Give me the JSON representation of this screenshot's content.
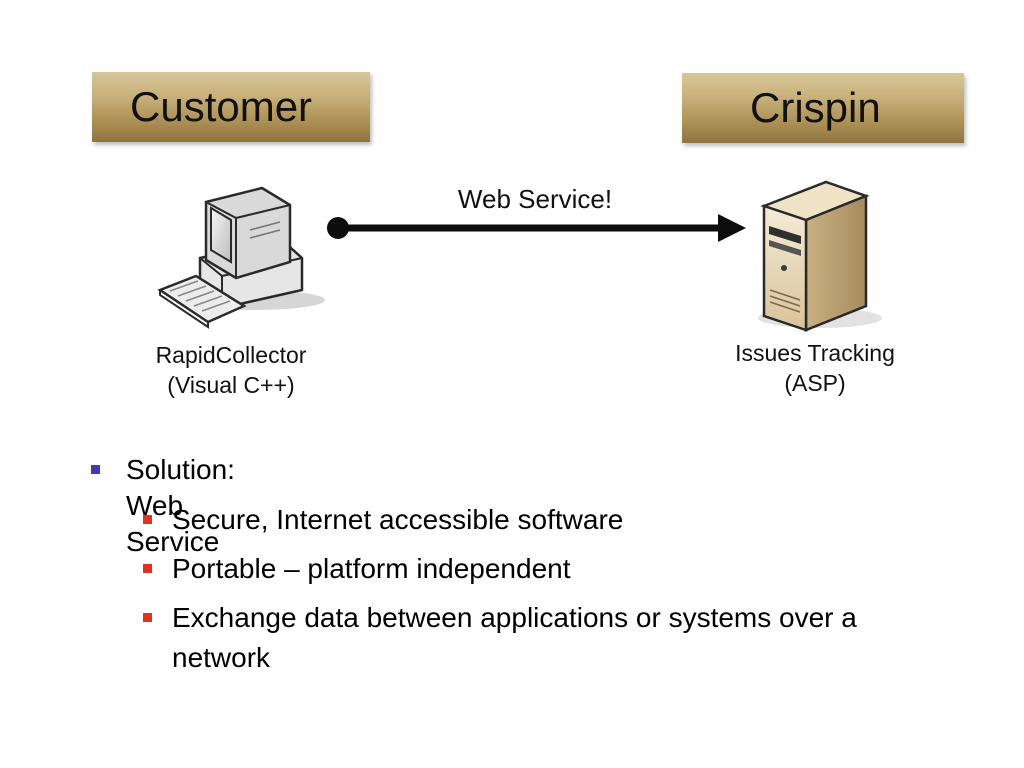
{
  "banners": {
    "left": "Customer",
    "right": "Crispin"
  },
  "diagram": {
    "link_label": "Web Service!",
    "client_caption_line1": "RapidCollector",
    "client_caption_line2": "(Visual C++)",
    "server_caption_line1": "Issues Tracking",
    "server_caption_line2": "(ASP)",
    "client_icon": "desktop-computer-icon",
    "server_icon": "tower-server-icon"
  },
  "bullets": {
    "main": "Solution: Web Service",
    "sub": [
      "Secure, Internet accessible software",
      "Portable – platform independent",
      "Exchange data between applications or systems over a network"
    ]
  },
  "colors": {
    "banner": "#b89d63",
    "bullet_level1": "#3c3cb4",
    "bullet_level2": "#e0321e"
  }
}
